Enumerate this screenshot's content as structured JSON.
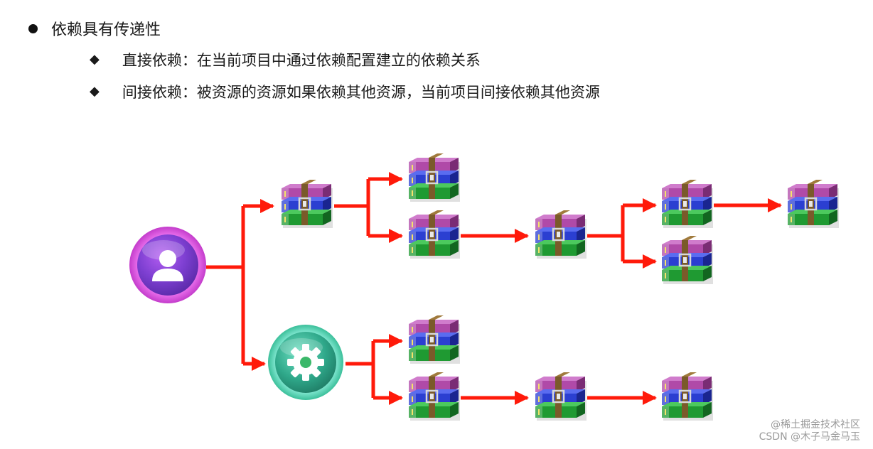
{
  "title": "依赖具有传递性",
  "items": [
    {
      "term": "直接依赖",
      "sep": "：",
      "desc": "在当前项目中通过依赖配置建立的依赖关系"
    },
    {
      "term": "间接依赖",
      "sep": "：",
      "desc": "被资源的资源如果依赖其他资源，当前项目间接依赖其他资源"
    }
  ],
  "icons": {
    "user": "user-icon",
    "gear": "gear-icon",
    "package": "archive-package-icon"
  },
  "colors": {
    "arrow": "#ff1a0a",
    "user_circle": "#cc3fd6",
    "gear_circle": "#3bbf9a"
  },
  "watermark": {
    "line1": "@稀土掘金技术社区",
    "line2": "CSDN @木子马金马玉"
  }
}
